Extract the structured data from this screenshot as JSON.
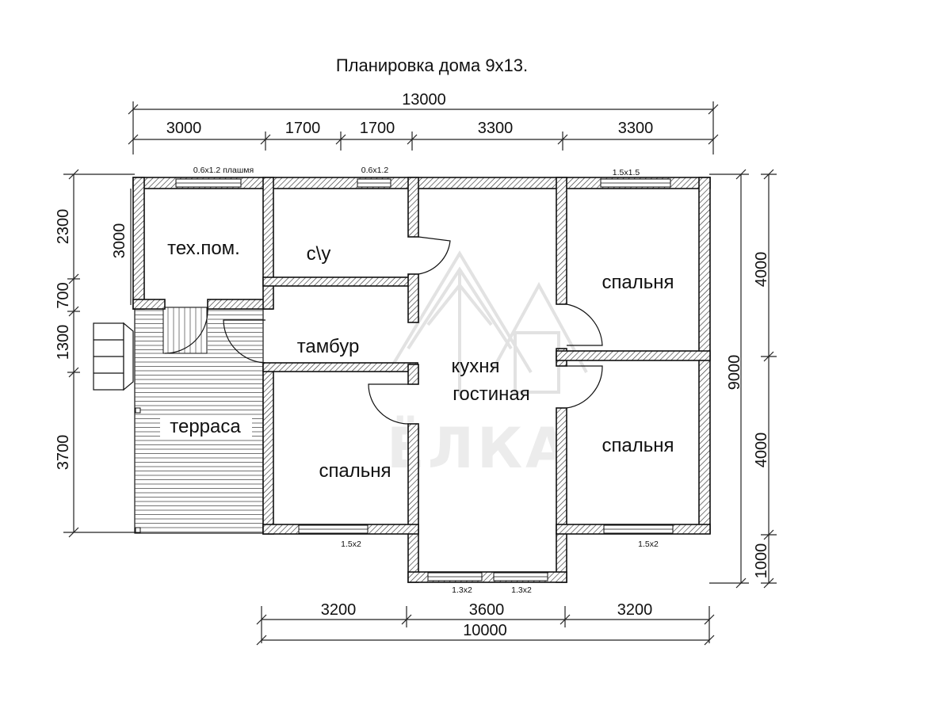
{
  "title": "Планировка дома 9х13.",
  "dims": {
    "top_total": "13000",
    "top": [
      "3000",
      "1700",
      "1700",
      "3300",
      "3300"
    ],
    "bottom": [
      "3200",
      "3600",
      "3200"
    ],
    "bottom_total": "10000",
    "left": [
      "2300",
      "700",
      "1300",
      "3700"
    ],
    "left_inner": "3000",
    "right": [
      "4000",
      "4000",
      "1000"
    ],
    "right_total": "9000"
  },
  "windows": {
    "w1": "0.6х1.2 плашмя",
    "w2": "0.6х1.2",
    "w3": "1.5х1.5",
    "w4": "1.5х2",
    "w5": "1.3х2",
    "w6": "1.3х2",
    "w7": "1.5х2"
  },
  "rooms": {
    "tech": "тех.пом.",
    "bath": "с\\у",
    "tambur": "тамбур",
    "kitchen_1": "кухня",
    "kitchen_2": "гостиная",
    "bed_tr": "спальня",
    "bed_br": "спальня",
    "bed_bl": "спальня",
    "terrace": "терраса"
  },
  "watermark": "ЁЛКА",
  "icons": {
    "logo": "tree-house-logo-icon"
  }
}
